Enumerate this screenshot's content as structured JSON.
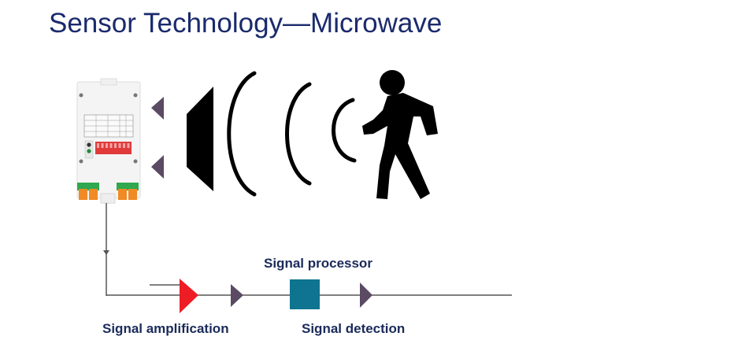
{
  "slide": {
    "title": "Sensor Technology—Microwave"
  },
  "diagram": {
    "components": {
      "sensor_device": "microwave-sensor-module",
      "emitter": "transmitter-horn-icon",
      "waves": [
        "wave-arc-large",
        "wave-arc-medium",
        "wave-arc-small"
      ],
      "target": "walking-person-icon"
    },
    "labels": {
      "signal_processor": "Signal processor",
      "signal_amplification": "Signal amplification",
      "signal_detection": "Signal detection"
    },
    "colors": {
      "title": "#1a2a6c",
      "label": "#1a2a5a",
      "amplifier": "#ee1c25",
      "processor": "#0e7490",
      "arrow": "#5a4a63",
      "line": "#555555"
    }
  }
}
